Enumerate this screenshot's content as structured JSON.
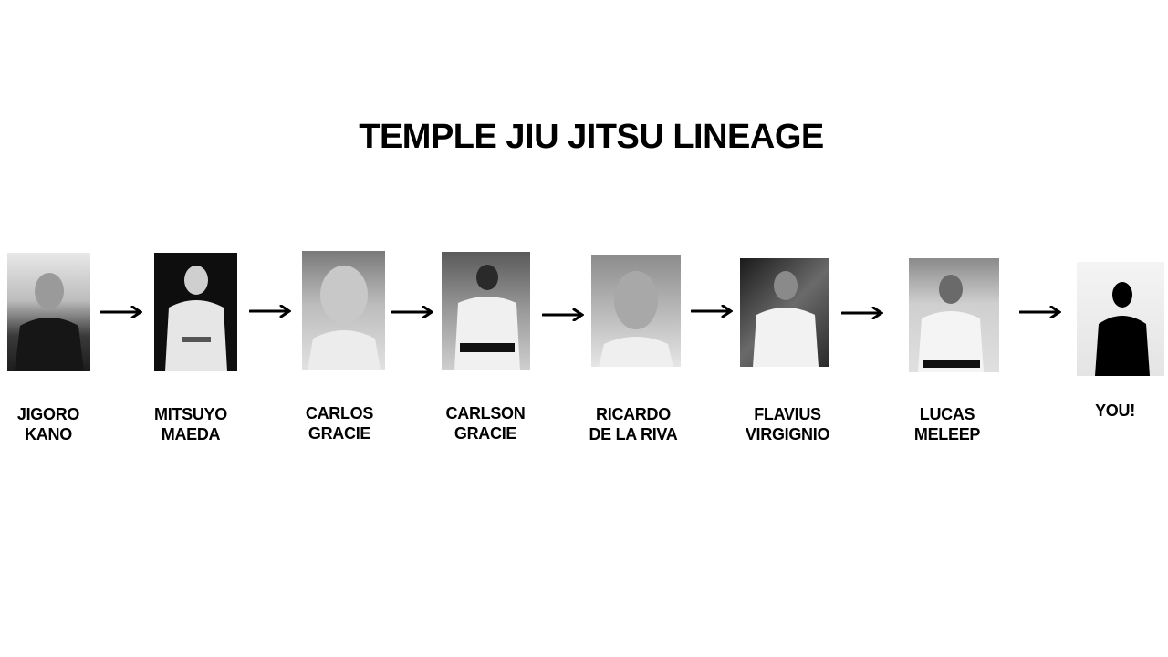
{
  "title": "TEMPLE JIU JITSU LINEAGE",
  "people": [
    {
      "line1": "JIGORO",
      "line2": "KANO",
      "photo_icon": "portrait-photo"
    },
    {
      "line1": "MITSUYO",
      "line2": "MAEDA",
      "photo_icon": "portrait-photo"
    },
    {
      "line1": "CARLOS",
      "line2": "GRACIE",
      "photo_icon": "portrait-photo"
    },
    {
      "line1": "CARLSON",
      "line2": "GRACIE",
      "photo_icon": "portrait-photo"
    },
    {
      "line1": "RICARDO",
      "line2": "DE LA RIVA",
      "photo_icon": "portrait-photo"
    },
    {
      "line1": "FLAVIUS",
      "line2": "VIRGIGNIO",
      "photo_icon": "portrait-photo"
    },
    {
      "line1": "LUCAS",
      "line2": "MELEEP",
      "photo_icon": "portrait-photo"
    },
    {
      "line1": "YOU!",
      "line2": "",
      "photo_icon": "silhouette-photo"
    }
  ],
  "arrow_icon": "right-arrow"
}
